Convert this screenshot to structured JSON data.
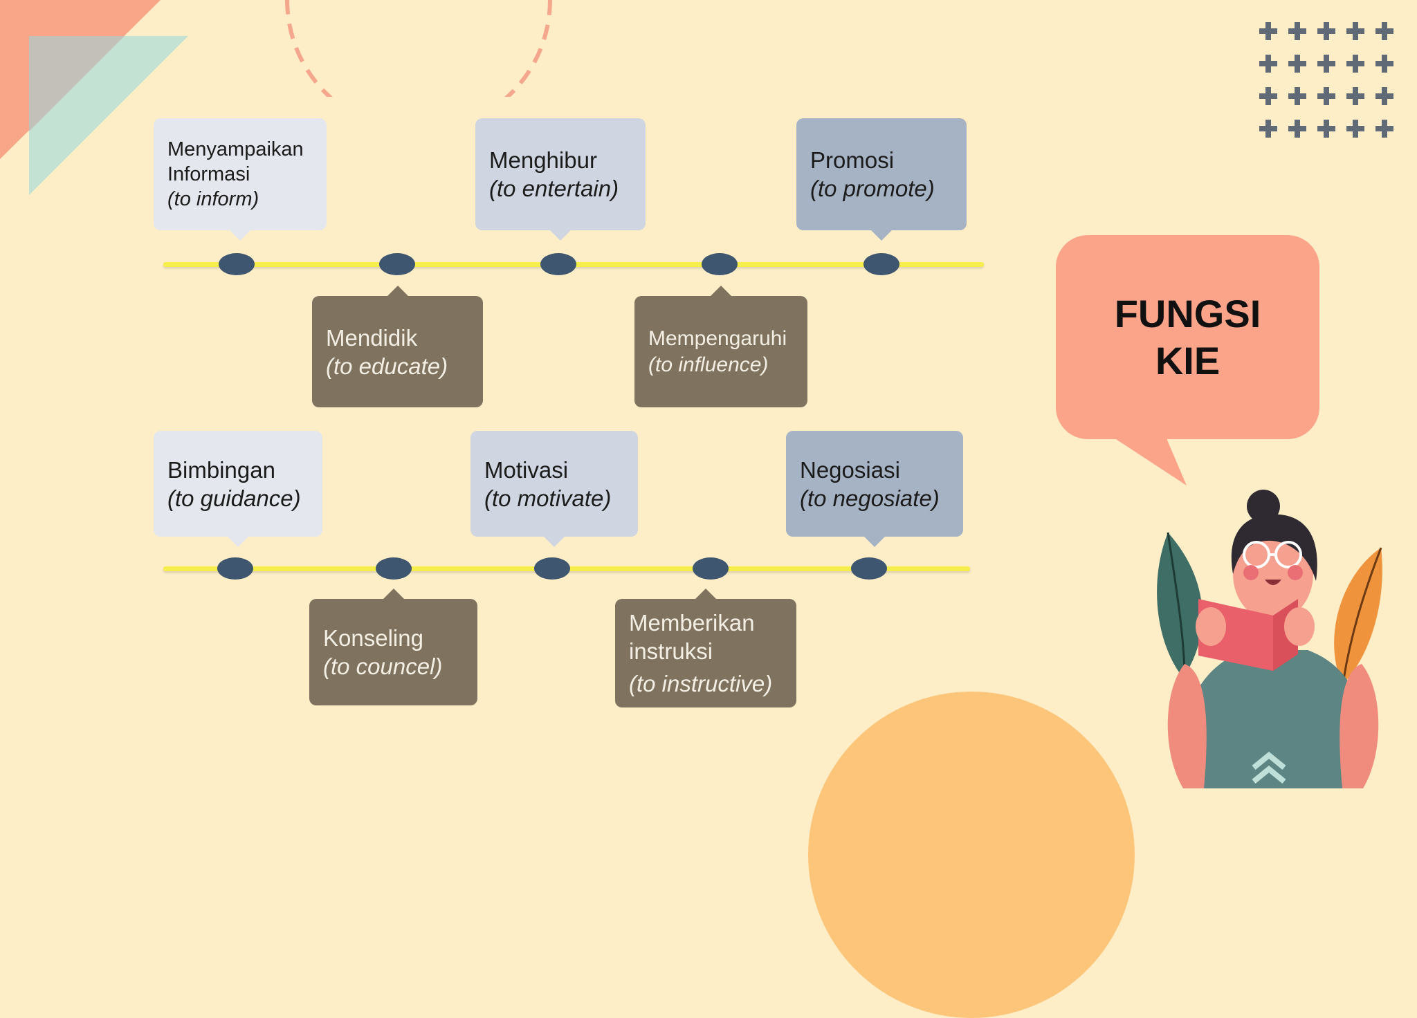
{
  "title": [
    "FUNGSI",
    "KIE"
  ],
  "row1": {
    "top": [
      {
        "label": [
          "Menyampaikan",
          "Informasi"
        ],
        "en": "(to inform)"
      },
      {
        "label": [
          "Menghibur"
        ],
        "en": "(to entertain)"
      },
      {
        "label": [
          "Promosi"
        ],
        "en": "(to promote)"
      }
    ],
    "bottom": [
      {
        "label": [
          "Mendidik"
        ],
        "en": "(to educate)"
      },
      {
        "label": [
          "Mempengaruhi"
        ],
        "en": "(to influence)"
      }
    ]
  },
  "row2": {
    "top": [
      {
        "label": [
          "Bimbingan"
        ],
        "en": "(to guidance)"
      },
      {
        "label": [
          "Motivasi"
        ],
        "en": "(to motivate)"
      },
      {
        "label": [
          "Negosiasi"
        ],
        "en": "(to negosiate)"
      }
    ],
    "bottom": [
      {
        "label": [
          "Konseling"
        ],
        "en": "(to councel)"
      },
      {
        "label": [
          "Memberikan",
          "instruksi"
        ],
        "en": "(to instructive)"
      }
    ]
  },
  "colors": {
    "background": "#fdeec8",
    "accent_coral": "#fba48a",
    "timeline": "#f6ee4c",
    "node": "#3f5670",
    "box_brown": "#7f735f",
    "box_steel": "#a6b3c4"
  },
  "icons": [
    "plus-grid-icon",
    "woman-reading-book-illustration"
  ]
}
